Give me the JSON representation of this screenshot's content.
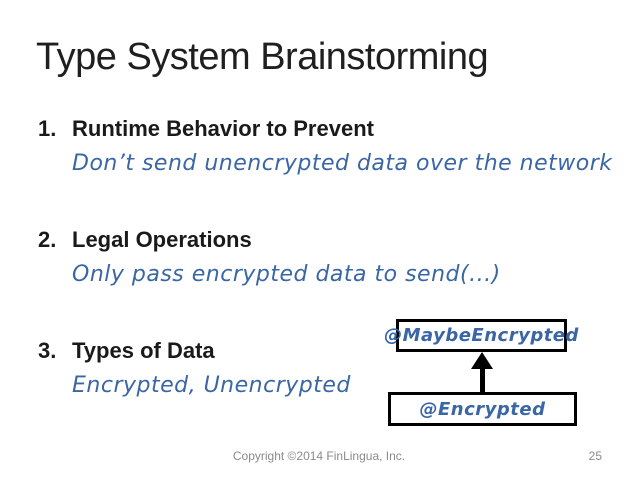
{
  "slide": {
    "title": "Type System Brainstorming",
    "items": [
      {
        "number": "1.",
        "heading": "Runtime Behavior to Prevent",
        "note": "Don’t send unencrypted data over the network"
      },
      {
        "number": "2.",
        "heading": "Legal Operations",
        "note": "Only pass encrypted data to send(...)"
      },
      {
        "number": "3.",
        "heading": "Types of Data",
        "note": "Encrypted, Unencrypted"
      }
    ],
    "diagram": {
      "top_box_label": "@MaybeEncrypted",
      "bottom_box_label": "@Encrypted",
      "arrow_direction": "up"
    },
    "footer": {
      "copyright": "Copyright ©2014 FinLingua, Inc.",
      "page_number": "25"
    },
    "colors": {
      "note_text": "#3A66A6",
      "heading_text": "#1A1A1A",
      "footer_text": "#8A8A8A",
      "box_border": "#000000",
      "background": "#FFFFFF"
    }
  }
}
